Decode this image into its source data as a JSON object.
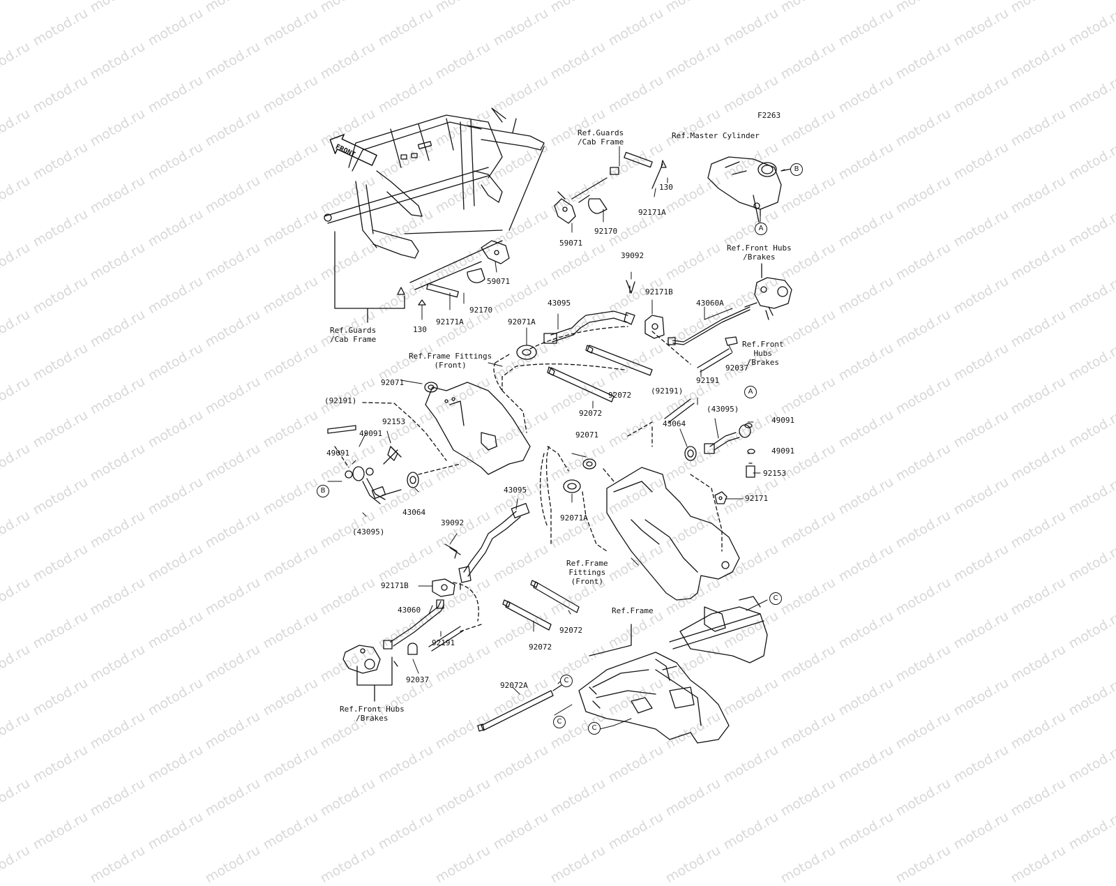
{
  "watermark": "motod.ru",
  "figure_code": "F2263",
  "front_arrow": "FRONT",
  "part_labels": {
    "p1": "130",
    "p2": "92171A",
    "p3": "92170",
    "p4": "59071",
    "p5": "59071",
    "p6": "92170",
    "p7": "92171A",
    "p8": "130",
    "p9": "39092",
    "p10": "92171B",
    "p11": "43060A",
    "p12": "43095",
    "p13": "92071A",
    "p14": "92071",
    "p15": "92037",
    "p16": "92191",
    "p17": "92072",
    "p18": "92072",
    "p19": "(92191)",
    "p20": "92153",
    "p21": "49091",
    "p22": "49091",
    "p23": "43064",
    "p24": "(43095)",
    "p25": "(92191)",
    "p26": "(43095)",
    "p27": "43064",
    "p28": "49091",
    "p29": "49091",
    "p30": "92153",
    "p31": "92171",
    "p32": "92071",
    "p33": "43095",
    "p34": "92071A",
    "p35": "39092",
    "p36": "92171B",
    "p37": "43060",
    "p38": "92191",
    "p39": "92037",
    "p40": "92072",
    "p41": "92072",
    "p42": "92072A"
  },
  "ref_labels": {
    "r1": "Ref.Guards\n/Cab Frame",
    "r2": "Ref.Master Cylinder",
    "r3": "Ref.Front Hubs\n/Brakes",
    "r4": "Ref.Front\nHubs\n/Brakes",
    "r5": "Ref.Guards\n/Cab Frame",
    "r6": "Ref.Frame Fittings\n(Front)",
    "r7": "Ref.Frame\nFittings\n(Front)",
    "r8": "Ref.Frame",
    "r9": "Ref.Front Hubs\n/Brakes"
  },
  "callouts": {
    "c1": "B",
    "c2": "A",
    "c3": "A",
    "c4": "B",
    "c5": "C",
    "c6": "C",
    "c7": "C",
    "c8": "C"
  }
}
